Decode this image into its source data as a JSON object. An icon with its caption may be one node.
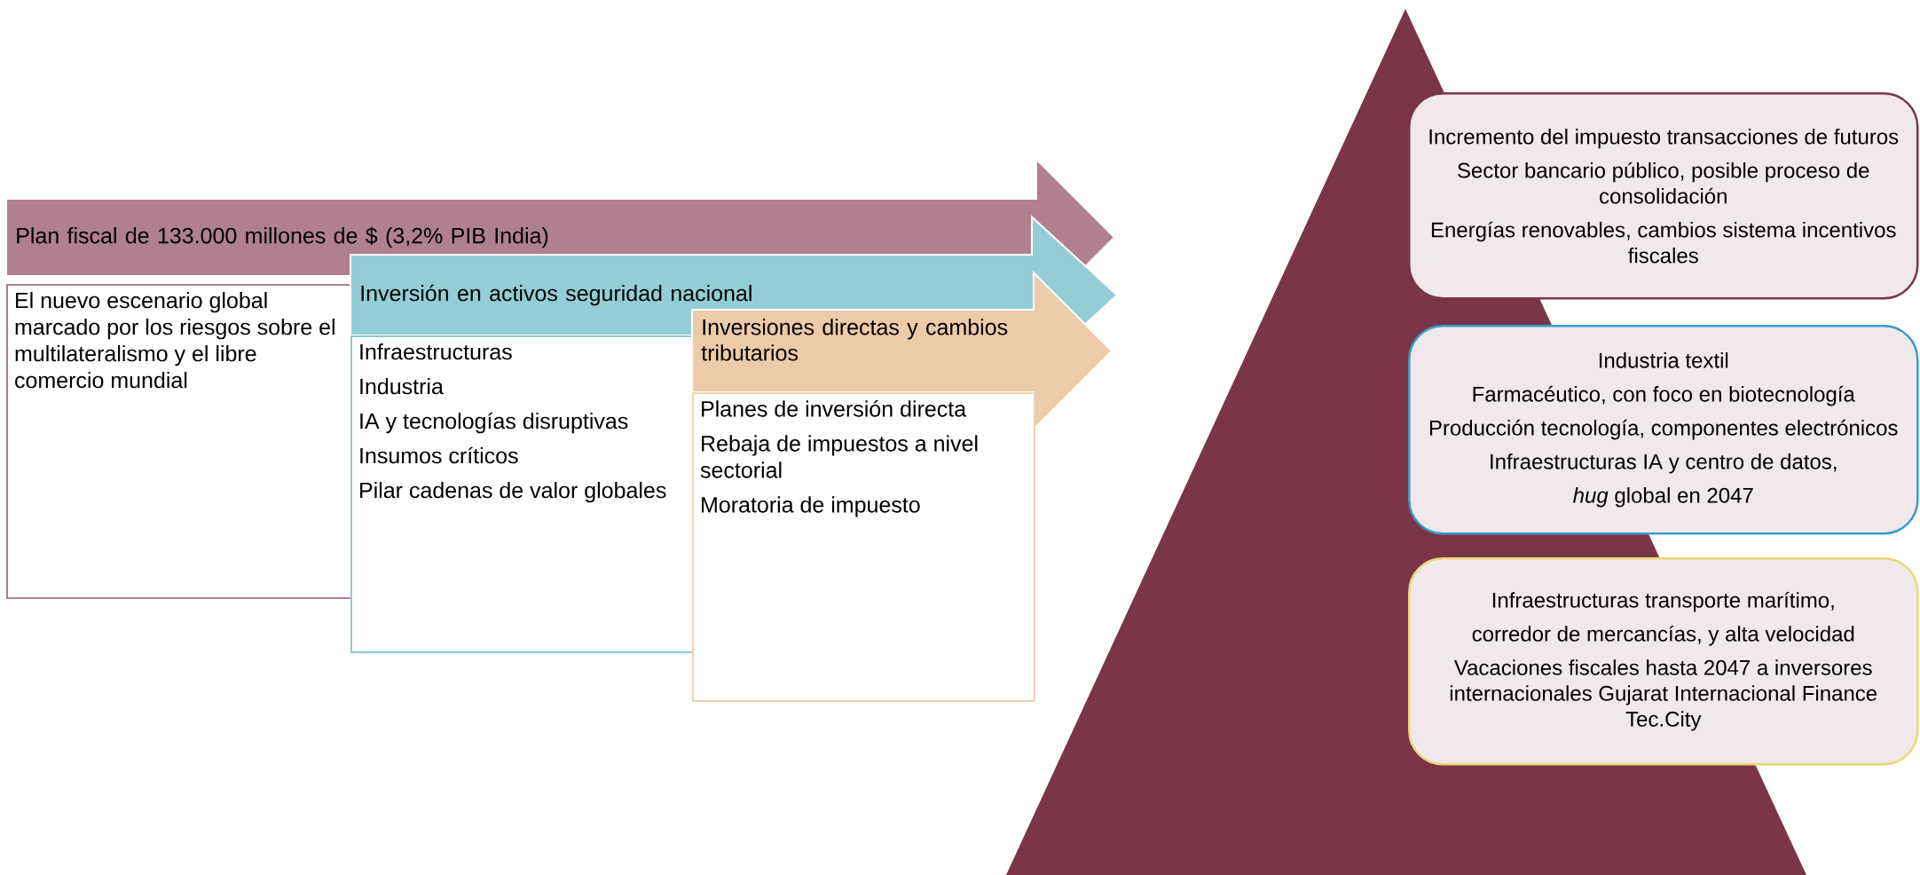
{
  "diagram": {
    "nodes": [
      {
        "text": [
          "Plan fiscal de 133.000 millones de $ (3,2% PIB India)"
        ]
      },
      {
        "text": [
          "El nuevo escenario global marcado por los riesgos sobre el multilateralismo y el libre comercio mundial"
        ]
      },
      {
        "text": [
          "Inversión en activos seguridad nacional"
        ]
      },
      {
        "text": [
          "Infraestructuras",
          "Industria",
          "IA y tecnologías disruptivas",
          "Insumos críticos",
          "Pilar cadenas de valor globales"
        ]
      },
      {
        "text": [
          "Inversiones directas y cambios tributarios"
        ]
      },
      {
        "text": [
          "Planes de inversión directa",
          "Rebaja de impuestos a nivel sectorial",
          "Moratoria de impuesto"
        ]
      },
      {
        "text": [
          "Incremento del impuesto transacciones de futuros",
          "Sector bancario público, posible proceso de consolidación",
          "Energías renovables, cambios sistema incentivos fiscales"
        ]
      },
      {
        "text": [
          "Industria textil",
          "Farmacéutico, con foco en biotecnología",
          "Producción tecnología, componentes electrónicos",
          "Infraestructuras IA y centro de datos,",
          "*hug* global en 2047"
        ]
      },
      {
        "text": [
          "Infraestructuras transporte marítimo,",
          "corredor de mercancías, y alta velocidad",
          "Vacaciones fiscales hasta 2047 a inversores internacionales  Gujarat Internacional Finance Tec.City"
        ]
      }
    ]
  }
}
